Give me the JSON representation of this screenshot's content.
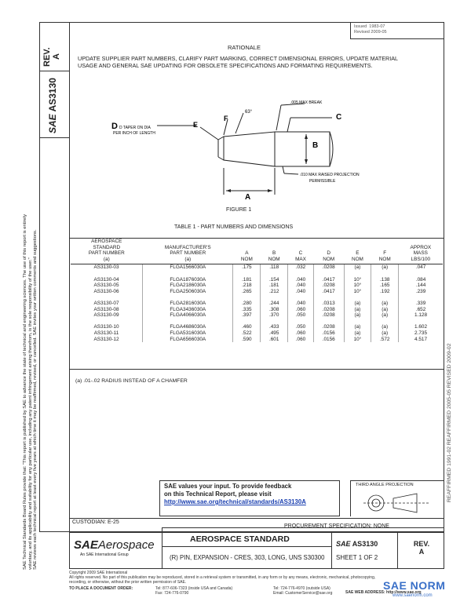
{
  "sidebar": {
    "rev_label": "REV.",
    "rev_value": "A",
    "doc_number": "AS3130",
    "disclaimer_line1": "SAE Technical Standards Board Rules provide that: \"This report is published by SAE to advance the state of technical and engineering sciences. The use of this report is entirely",
    "disclaimer_line2": "voluntary, and its applicability and suitability for any particular use, including any patent infringement arising therefrom, is the sole responsibility of the user.\"",
    "disclaimer_line3": "SAE reviews each technical report at least every five years at which time it may be reaffirmed, revised, or cancelled. SAE invites your written comments and suggestions."
  },
  "header": {
    "issued": "ISSUED 1983-07 REVISED 2009-05",
    "issued_short": "Issued  1983-07\nRevised 2009-05"
  },
  "rationale": {
    "title": "RATIONALE",
    "text": "UPDATE SUPPLIER PART NUMBERS, CLARIFY PART MARKING, CORRECT DIMENSIONAL ERRORS, UPDATE MATERIAL USAGE AND GENERAL SAE UPDATING FOR OBSOLETE SPECIFICATIONS AND FORMATING REQUIREMENTS."
  },
  "figure": {
    "labels": {
      "d_taper": "D TAPER ON DIA",
      "d_taper2": "PER INCH OF LENGTH",
      "e": "E",
      "f": "F",
      "angle": "63°",
      "break": ".005 MAX BREAK",
      "c": "C",
      "b": "B",
      "a": "A",
      "projection": ".010 MAX RAISED PROJECTION",
      "permissible": "PERMISSIBLE"
    },
    "caption": "FIGURE 1"
  },
  "table": {
    "caption": "TABLE 1 - PART NUMBERS AND DIMENSIONS",
    "headers": [
      "AEROSPACE\nSTANDARD\nPART NUMBER\n(a)",
      "MANUFACTURER'S\nPART NUMBER\n(a)",
      "A\nNOM",
      "B\nNOM",
      "C\nMAX",
      "D\nNOM",
      "E\nNOM",
      "F\nNOM",
      "APPROX\nMASS\nLBS/100"
    ],
    "rows": [
      [
        "AS3130-03",
        "FLGA1566030A",
        ".175",
        ".118",
        ".032",
        ".0208",
        "(a)",
        "(a)",
        ".047"
      ],
      [
        "",
        "",
        "",
        "",
        "",
        "",
        "",
        "",
        ""
      ],
      [
        "AS3130-04",
        "FLGA1876030A",
        ".181",
        ".154",
        ".040",
        ".0417",
        "10°",
        ".138",
        ".084"
      ],
      [
        "AS3130-05",
        "FLGA2186030A",
        ".218",
        ".181",
        ".040",
        ".0208",
        "10°",
        ".165",
        ".144"
      ],
      [
        "AS3130-06",
        "FLGA2506030A",
        ".265",
        ".212",
        ".040",
        ".0417",
        "10°",
        ".192",
        ".239"
      ],
      [
        "",
        "",
        "",
        "",
        "",
        "",
        "",
        "",
        ""
      ],
      [
        "AS3130-07",
        "FLGA2816030A",
        ".280",
        ".244",
        ".040",
        ".0313",
        "(a)",
        "(a)",
        ".339"
      ],
      [
        "AS3130-08",
        "FLGA3436030A",
        ".335",
        ".308",
        ".060",
        ".0208",
        "(a)",
        "(a)",
        ".652"
      ],
      [
        "AS3130-09",
        "FLGA4066030A",
        ".397",
        ".370",
        ".050",
        ".0208",
        "(a)",
        "(a)",
        "1.128"
      ],
      [
        "",
        "",
        "",
        "",
        "",
        "",
        "",
        "",
        ""
      ],
      [
        "AS3130-10",
        "FLGA4686030A",
        ".460",
        ".433",
        ".050",
        ".0208",
        "(a)",
        "(a)",
        "1.602"
      ],
      [
        "AS3130-11",
        "FLGA5316030A",
        ".522",
        ".495",
        ".060",
        ".0156",
        "(a)",
        "(a)",
        "2.735"
      ],
      [
        "AS3130-12",
        "FLGA6566030A",
        ".590",
        ".601",
        ".060",
        ".0156",
        "10°",
        ".572",
        "4.517"
      ]
    ],
    "footnote": "(a)   .01-.02 RADIUS INSTEAD OF A CHAMFER"
  },
  "right_margin": {
    "text": "REAFFIRMED 1991-02          REAFFIRMED 2005-05          REVISED 2009-02"
  },
  "feedback": {
    "line1": "SAE values your input. To provide feedback",
    "line2": "on this Technical Report, please visit",
    "link": "http://www.sae.org/technical/standards/AS3130A"
  },
  "projection": {
    "label": "THIRD ANGLE PROJECTION"
  },
  "title_block": {
    "custodian": "CUSTODIAN: E-25",
    "procurement": "PROCUREMENT SPECIFICATION: NONE",
    "logo_main": "SAE",
    "logo_sub": "Aerospace",
    "logo_tagline": "An SAE International Group",
    "standard_title": "AEROSPACE STANDARD",
    "description": "(R) PIN, EXPANSION - CRES, 303, LONG, UNS S30300",
    "sae_mark": "SAE",
    "doc_number": "AS3130",
    "sheet": "SHEET 1 OF 2",
    "rev_label": "REV.",
    "rev_value": "A"
  },
  "footer": {
    "copyright": "Copyright 2009 SAE International",
    "rights": "All rights reserved. No part of this publication may be reproduced, stored in a retrieval system or transmitted, in any form or by any means, electronic, mechanical, photocopying,",
    "rights2": "recording, or otherwise, without the prior written permission of SAE.",
    "order_label": "TO PLACE A DOCUMENT ORDER:",
    "tel": "Tel:    877-606-7323 (inside USA and Canada)",
    "tel2": "Tel:    724-776-4970 (outside USA)",
    "fax": "Fax:    724-776-0790",
    "email": "Email:  CustomerService@sae.org",
    "web": "SAE WEB ADDRESS:  http://www.sae.org"
  },
  "watermark": {
    "text": "SAE NORM",
    "url": "www.saenorm.com"
  }
}
